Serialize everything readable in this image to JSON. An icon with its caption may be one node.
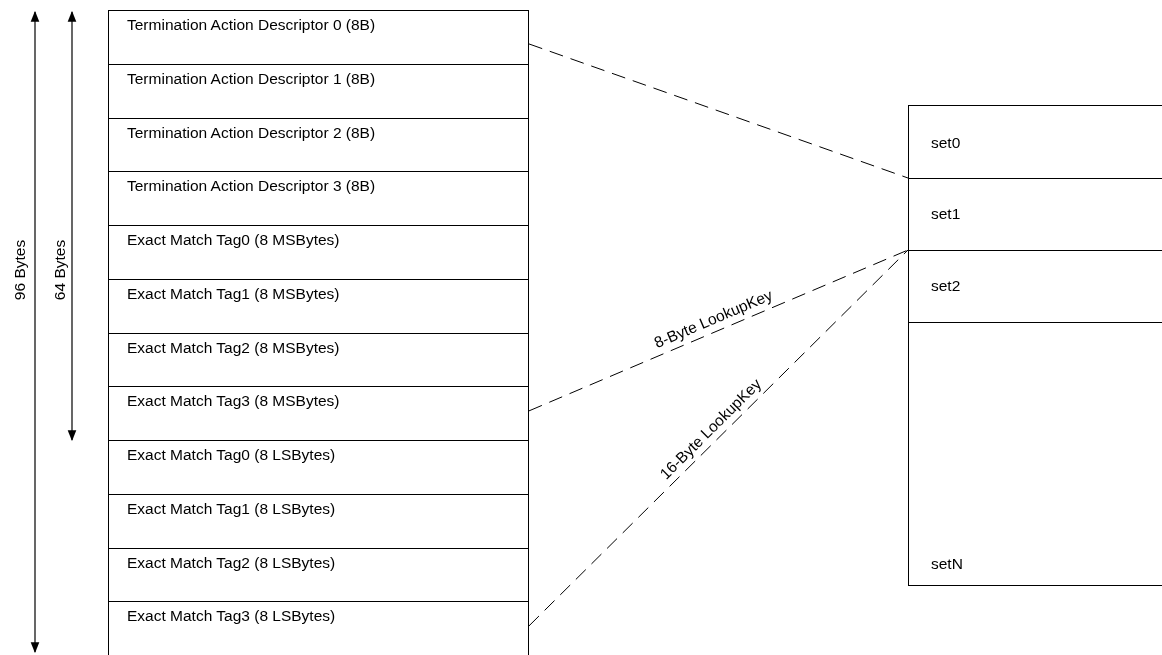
{
  "diagram": {
    "nodes": [
      {
        "text": [
          "Termination Action Descriptor 0 (8B)"
        ]
      },
      {
        "text": [
          "Termination Action Descriptor 1 (8B)"
        ]
      },
      {
        "text": [
          "Termination Action Descriptor 2 (8B)"
        ]
      },
      {
        "text": [
          "Termination Action Descriptor 3 (8B)"
        ]
      },
      {
        "text": [
          "Exact Match Tag0 (8 MSBytes)"
        ]
      },
      {
        "text": [
          "Exact Match Tag1 (8 MSBytes)"
        ]
      },
      {
        "text": [
          "Exact Match Tag2 (8 MSBytes)"
        ]
      },
      {
        "text": [
          "Exact Match Tag3 (8 MSBytes)"
        ]
      },
      {
        "text": [
          "Exact Match Tag0 (8 LSBytes)"
        ]
      },
      {
        "text": [
          "Exact Match Tag1 (8 LSBytes)"
        ]
      },
      {
        "text": [
          "Exact Match Tag2 (8 LSBytes)"
        ]
      },
      {
        "text": [
          "Exact Match Tag3 (8 LSBytes)"
        ]
      },
      {
        "text": [
          "set0"
        ]
      },
      {
        "text": [
          "set1"
        ]
      },
      {
        "text": [
          "set2"
        ]
      },
      {
        "text": [
          "setN"
        ]
      }
    ],
    "edges": [
      {
        "from": 0,
        "to": 13,
        "arrow": "none",
        "style": "dashed"
      },
      {
        "from": 7,
        "to": 14,
        "arrow": "none",
        "style": "dashed",
        "label": "8-Byte LookupKey"
      },
      {
        "from": 11,
        "to": 14,
        "arrow": "none",
        "style": "dashed",
        "label": "16-Byte LookupKey"
      }
    ],
    "labels": [
      "96 Bytes",
      "64 Bytes"
    ]
  }
}
